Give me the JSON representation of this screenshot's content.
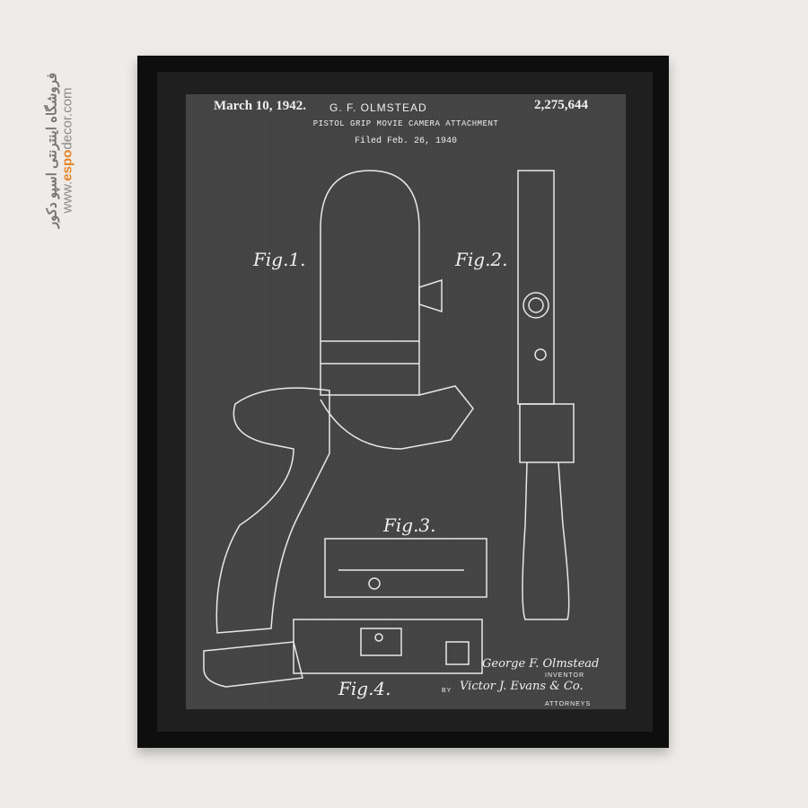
{
  "watermark": {
    "persian": "فروشگاه اینترنتی اسپو دکور",
    "url_prefix": "www.",
    "url_brand": "espo",
    "url_suffix": "decor.com",
    "accent_color": "#e8852a"
  },
  "poster": {
    "date": "March 10, 1942.",
    "inventor_header": "G. F. OLMSTEAD",
    "patent_number": "2,275,644",
    "title": "PISTOL GRIP MOVIE CAMERA ATTACHMENT",
    "filed": "Filed Feb. 26, 1940",
    "figures": [
      "Fig.1.",
      "Fig.2.",
      "Fig.3.",
      "Fig.4."
    ],
    "inventor_signature": "George F. Olmstead",
    "inventor_caption": "INVENTOR",
    "by": "BY",
    "attorney_signature": "Victor J. Evans & Co.",
    "attorney_caption": "ATTORNEYS"
  }
}
